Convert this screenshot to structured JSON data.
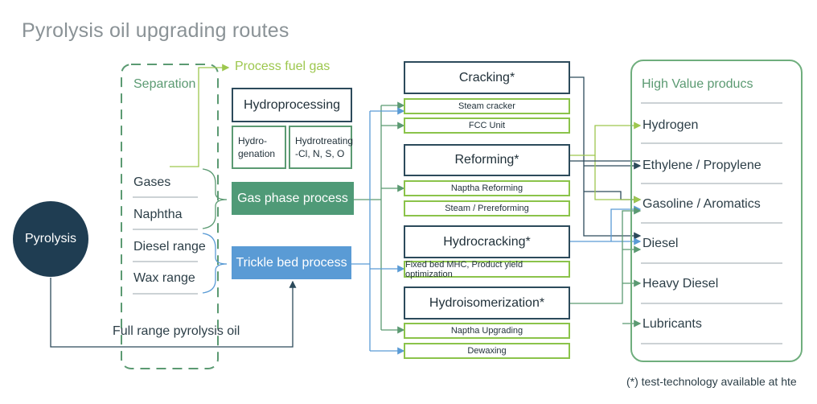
{
  "title": "Pyrolysis oil upgrading routes",
  "pyrolysis": "Pyrolysis",
  "separation": {
    "heading": "Separation",
    "fractions": [
      "Gases",
      "Naphtha",
      "Diesel range",
      "Wax range"
    ]
  },
  "process_fuel_gas": "Process fuel gas",
  "full_range": "Full range pyrolysis oil",
  "hydroprocessing": {
    "title": "Hydroprocessing",
    "hydrogenation": [
      "Hydro-",
      "genation"
    ],
    "hydrotreating": [
      "Hydrotreating",
      "-Cl, N, S, O"
    ]
  },
  "gas_phase": "Gas phase process",
  "trickle_bed": "Trickle bed process",
  "processes": [
    {
      "name": "Cracking*",
      "subs": [
        "Steam cracker",
        "FCC Unit"
      ]
    },
    {
      "name": "Reforming*",
      "subs": [
        "Naptha Reforming",
        "Steam / Prereforming"
      ]
    },
    {
      "name": "Hydrocracking*",
      "subs": [
        "Fixed bed MHC, Product yield optimization"
      ]
    },
    {
      "name": "Hydroisomerization*",
      "subs": [
        "Naptha Upgrading",
        "Dewaxing"
      ]
    }
  ],
  "products": {
    "heading": "High Value producs",
    "items": [
      "Hydrogen",
      "Ethylene / Propylene",
      "Gasoline / Aromatics",
      "Diesel",
      "Heavy Diesel",
      "Lubricants"
    ]
  },
  "footnote": "(*) test-technology available at hte",
  "colors": {
    "dark": "#2c4a5b",
    "green": "#5b9a72",
    "lightgreen": "#9dc74e",
    "blue": "#5a9bd5",
    "navy": "#1f3d52"
  }
}
